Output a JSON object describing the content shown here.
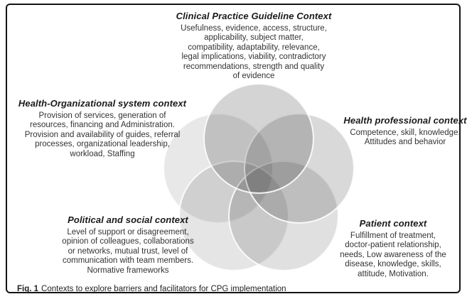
{
  "figure": {
    "type": "venn-diagram",
    "caption_label": "Fig. 1",
    "caption_text": "Contexts to explore barriers and facilitators for CPG implementation"
  },
  "sections": {
    "cpg": {
      "title": "Clinical Practice Guideline Context",
      "body": "Usefulness, evidence, access, structure,\napplicability, subject matter,\ncompatibility, adaptability, relevance,\nlegal implications, viability, contradictory\nrecommendations, strength and quality\nof evidence"
    },
    "org": {
      "title": "Health-Organizational system context",
      "body": "Provision of services, generation of\nresources, financing and Administration.\nProvision and availability of guides, referral\nprocesses, organizational leadership,\nworkload, Staffing"
    },
    "professional": {
      "title": "Health professional context",
      "body": "Competence, skill, knowledge,\nAttitudes and behavior"
    },
    "political": {
      "title": "Political and social context",
      "body": "Level of support or disagreement,\nopinion of colleagues, collaborations\nor networks, mutual trust, level of\ncommunication with team members.\nNormative frameworks"
    },
    "patient": {
      "title": "Patient context",
      "body": "Fulfillment of treatment,\ndoctor-patient relationship,\nneeds, Low awareness of the\ndisease, knowledge, skills,\nattitude, Motivation."
    }
  },
  "venn": {
    "outline_color": "#ffffff",
    "pure_region_hex": {
      "cpg": "#c4c4c4",
      "org": "#e0e0e0",
      "professional": "#c8c8c8",
      "political": "#dedede",
      "patient": "#d2d2d2"
    },
    "circles": [
      {
        "id": "cpg",
        "position": "top",
        "shade": "rgba(0,0,0,0.17)"
      },
      {
        "id": "org",
        "position": "left",
        "shade": "rgba(0,0,0,0.09)"
      },
      {
        "id": "professional",
        "position": "right",
        "shade": "rgba(0,0,0,0.15)"
      },
      {
        "id": "political",
        "position": "bottom-left",
        "shade": "rgba(0,0,0,0.10)"
      },
      {
        "id": "patient",
        "position": "bottom-right",
        "shade": "rgba(0,0,0,0.12)"
      }
    ]
  }
}
